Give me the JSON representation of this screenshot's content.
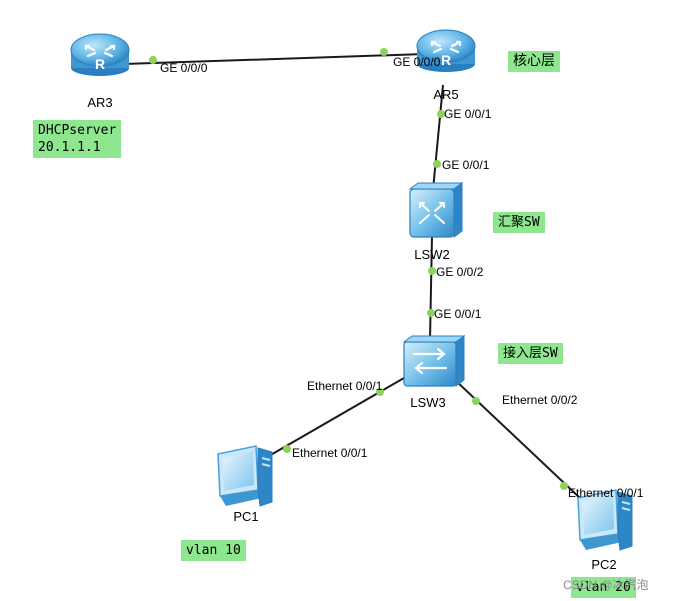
{
  "diagram": {
    "colors": {
      "note_bg": "#8ee68e",
      "port_dot": "#8bd35a",
      "device_blue": "#4aa8e0",
      "link": "#1a1a1a"
    },
    "devices": {
      "ar3": {
        "label": "AR3",
        "icon": "router-icon"
      },
      "ar5": {
        "label": "AR5",
        "icon": "router-icon"
      },
      "lsw2": {
        "label": "LSW2",
        "icon": "aggregation-switch-icon"
      },
      "lsw3": {
        "label": "LSW3",
        "icon": "access-switch-icon"
      },
      "pc1": {
        "label": "PC1",
        "icon": "pc-icon"
      },
      "pc2": {
        "label": "PC2",
        "icon": "pc-icon"
      }
    },
    "links": [
      {
        "id": "ar3-ar5",
        "a_port": "GE 0/0/0",
        "b_port": "GE 0/0/0"
      },
      {
        "id": "ar5-lsw2",
        "a_port": "GE 0/0/1",
        "b_port": "GE 0/0/1"
      },
      {
        "id": "lsw2-lsw3",
        "a_port": "GE 0/0/2",
        "b_port": "GE 0/0/1"
      },
      {
        "id": "lsw3-pc1",
        "a_port": "Ethernet 0/0/1",
        "b_port": "Ethernet 0/0/1"
      },
      {
        "id": "lsw3-pc2",
        "a_port": "Ethernet 0/0/2",
        "b_port": "Ethernet 0/0/1"
      }
    ],
    "notes": {
      "dhcp_server": [
        "DHCPserver",
        "20.1.1.1"
      ],
      "core_layer": "核心层",
      "aggregation_sw": "汇聚SW",
      "access_layer_sw": "接入层SW",
      "pc1_vlan": "vlan 10",
      "pc2_vlan": "vlan 20"
    },
    "watermark": "CSDN @冰汽泡"
  }
}
